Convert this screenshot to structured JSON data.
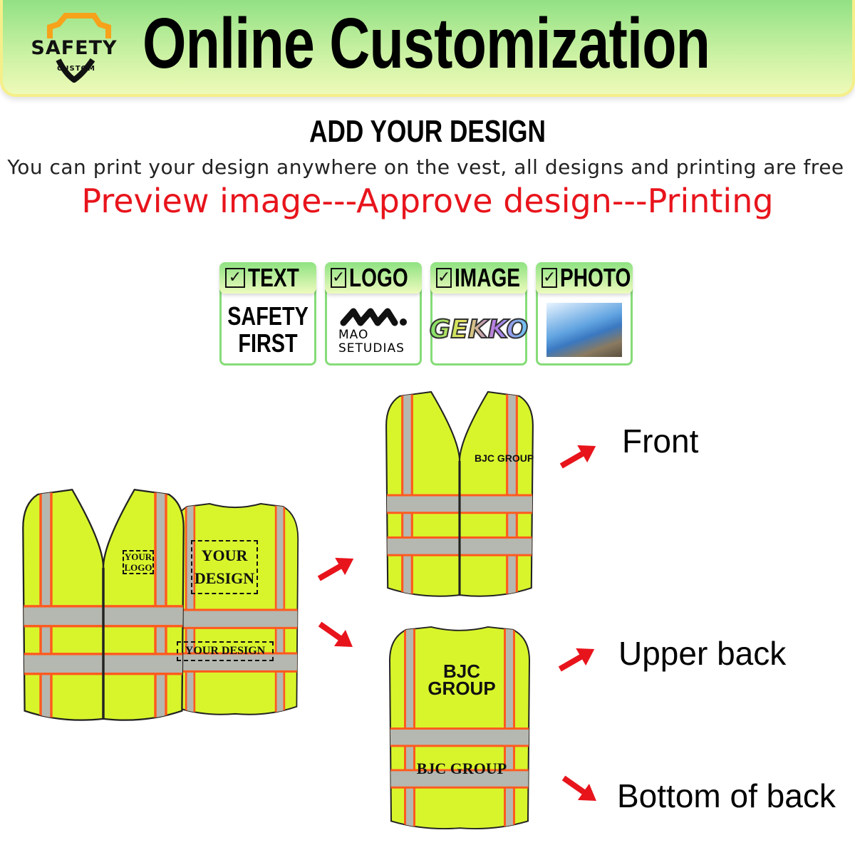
{
  "header": {
    "logo_text": "SAFETY",
    "logo_subtext": "CUSTOM",
    "title": "Online Customization"
  },
  "intro": {
    "heading": "ADD YOUR DESIGN",
    "subtitle": "You can print your design anywhere on the vest, all designs and printing are free",
    "process": "Preview image---Approve design---Printing"
  },
  "options": [
    {
      "label": "TEXT",
      "checked": true,
      "sample": [
        "SAFETY",
        "FIRST"
      ]
    },
    {
      "label": "LOGO",
      "checked": true,
      "sample": [
        "MAO",
        "SETUDIAS"
      ]
    },
    {
      "label": "IMAGE",
      "checked": true,
      "sample": [
        "GEKKO"
      ]
    },
    {
      "label": "PHOTO",
      "checked": true,
      "sample": []
    }
  ],
  "left_vest": {
    "front_logo": [
      "YOUR",
      "LOGO"
    ],
    "back_design": [
      "YOUR",
      "DESIGN"
    ],
    "back_band": "YOUR DESIGN"
  },
  "placements": [
    {
      "label": "Front",
      "print": "BJC GROUP"
    },
    {
      "label": "Upper back",
      "print": "BJC GROUP"
    },
    {
      "label": "Bottom of back",
      "print": "BJC GROUP"
    }
  ],
  "colors": {
    "vest": "#d8f52c",
    "reflective": "#b5b8b0",
    "trim": "#ff5a1e",
    "accent_red": "#e8141c",
    "tile_border": "#86dc78"
  }
}
